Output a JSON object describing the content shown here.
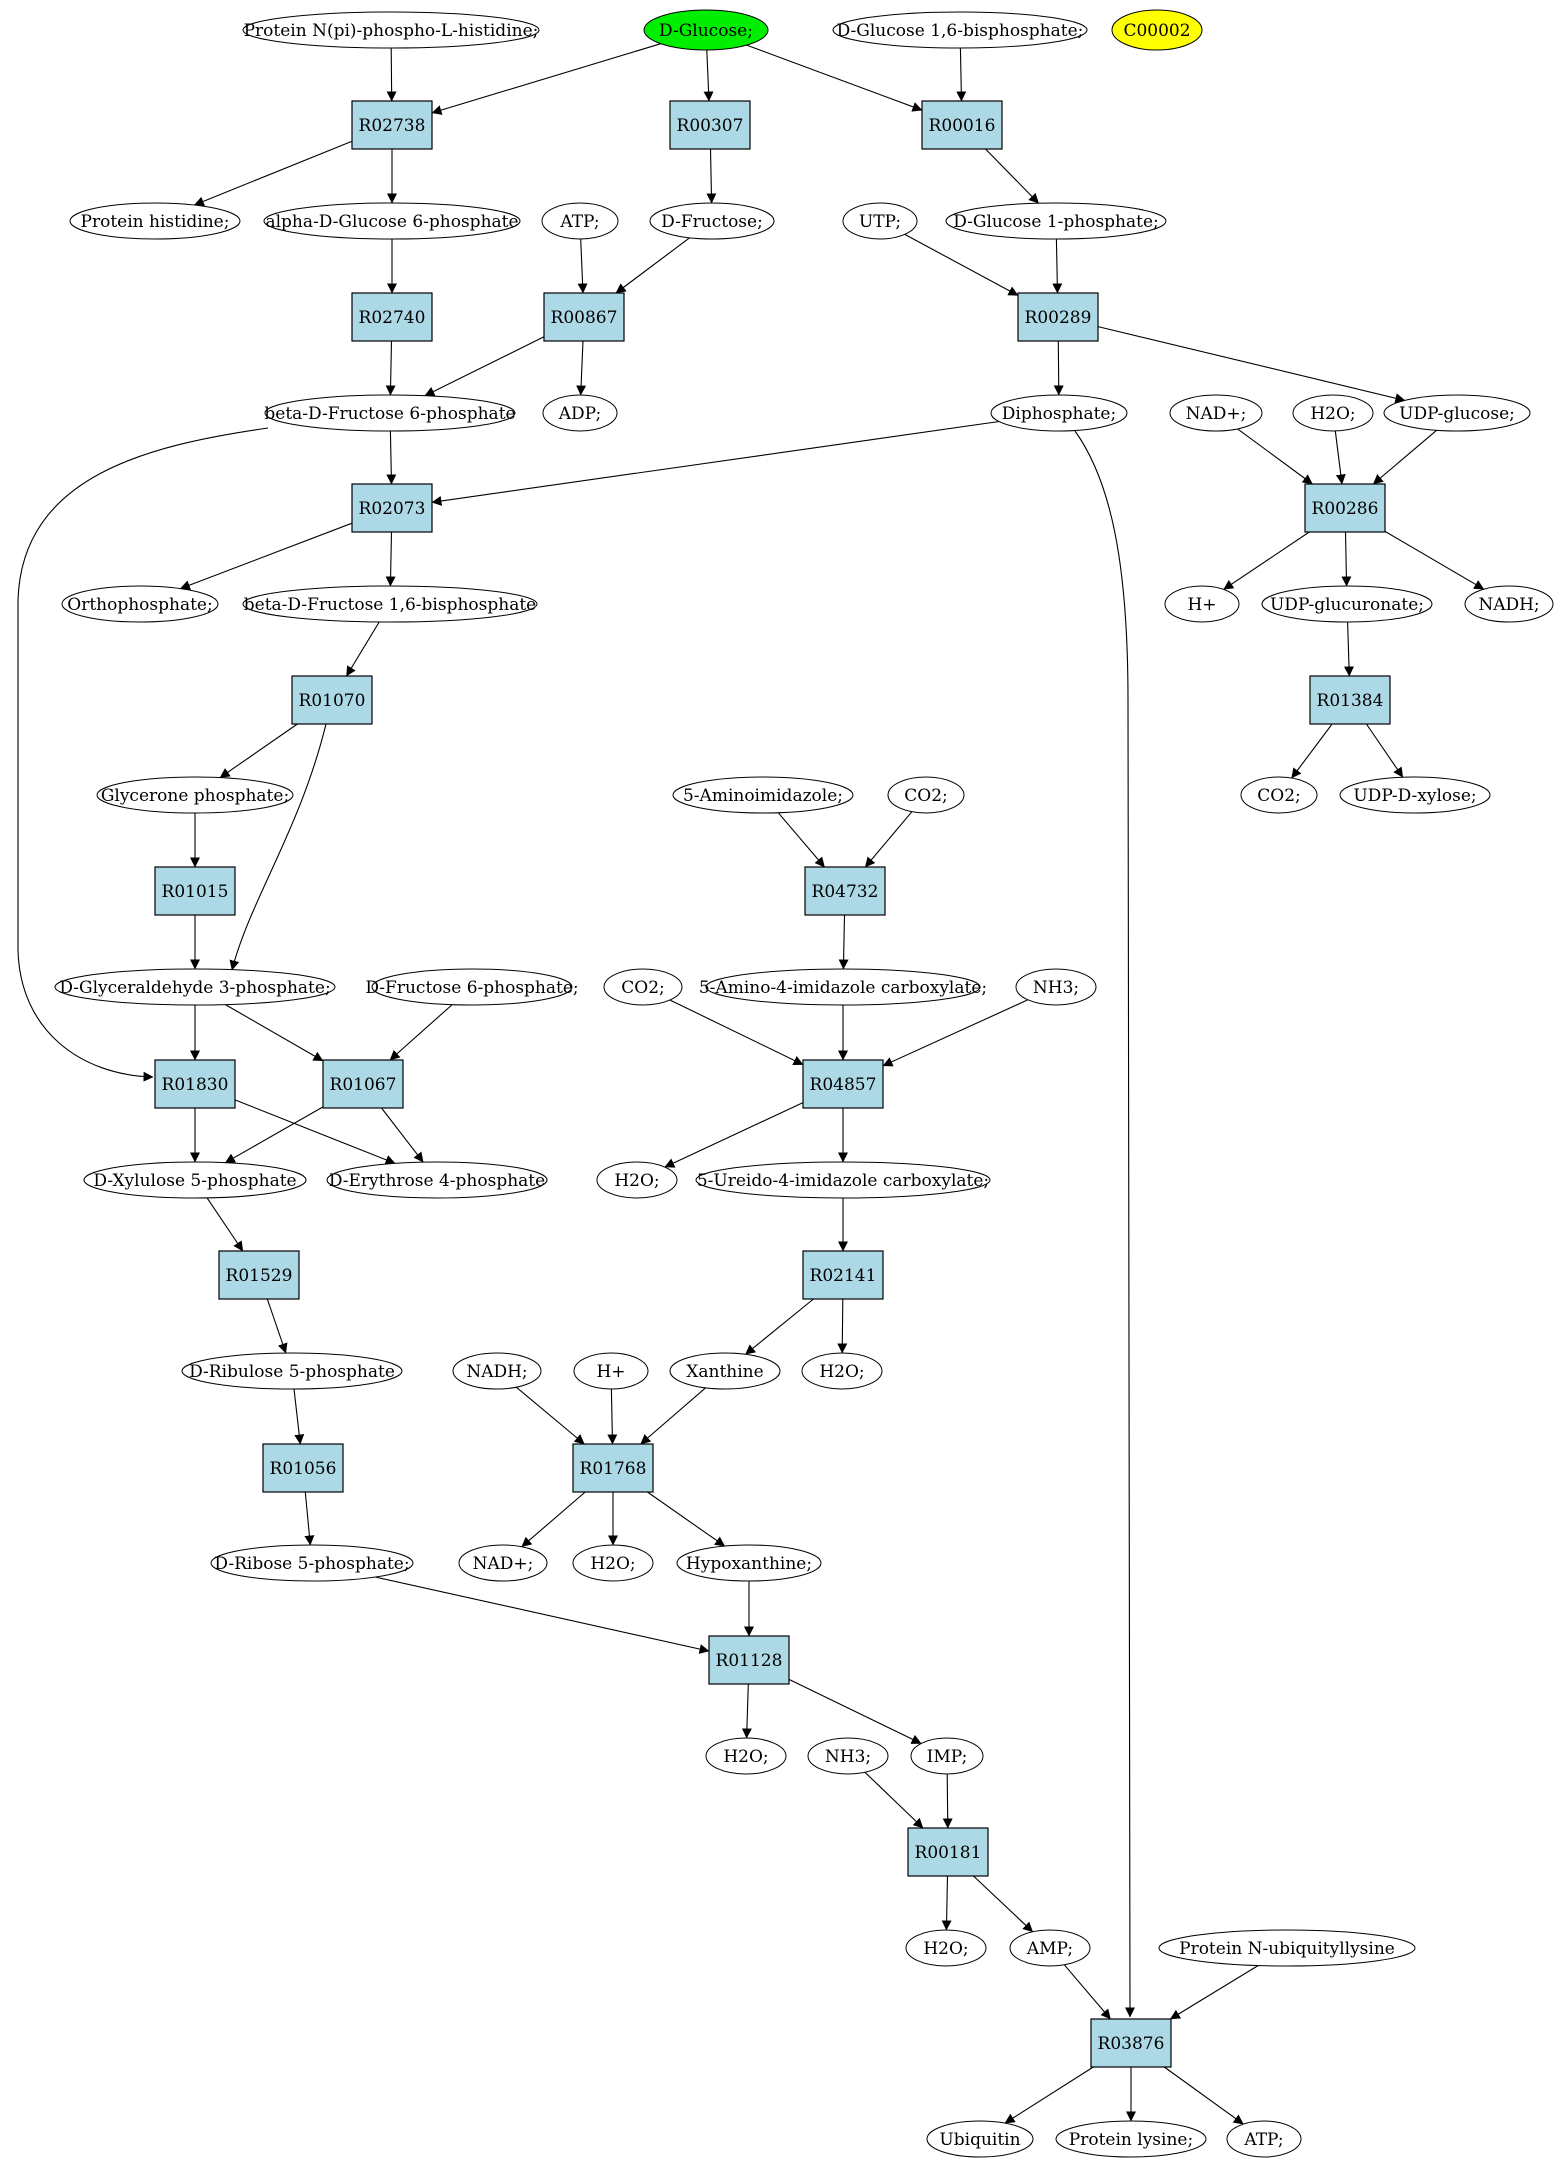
{
  "diagram": {
    "type": "metabolic-pathway-graph",
    "colors": {
      "reaction_fill": "#add8e6",
      "start_fill": "#00ee00",
      "highlight_fill": "#ffff00",
      "metabolite_fill": "#ffffff",
      "stroke": "#000000"
    },
    "metabolites": [
      {
        "id": "m_protein_npi",
        "label": "Protein N(pi)-phospho-L-histidine;"
      },
      {
        "id": "m_dglucose",
        "label": "D-Glucose;",
        "color": "start"
      },
      {
        "id": "m_dglc16bp",
        "label": "D-Glucose 1,6-bisphosphate;"
      },
      {
        "id": "m_c00002",
        "label": "C00002",
        "color": "highlight"
      },
      {
        "id": "m_prot_his",
        "label": "Protein histidine;"
      },
      {
        "id": "m_adg6p",
        "label": "alpha-D-Glucose 6-phosphate"
      },
      {
        "id": "m_atp1",
        "label": "ATP;"
      },
      {
        "id": "m_dfructose",
        "label": "D-Fructose;"
      },
      {
        "id": "m_utp",
        "label": "UTP;"
      },
      {
        "id": "m_dglc1p",
        "label": "D-Glucose 1-phosphate;"
      },
      {
        "id": "m_bdf6p",
        "label": "beta-D-Fructose 6-phosphate"
      },
      {
        "id": "m_adp",
        "label": "ADP;"
      },
      {
        "id": "m_diphosphate",
        "label": "Diphosphate;"
      },
      {
        "id": "m_nad1",
        "label": "NAD+;"
      },
      {
        "id": "m_h2o_a",
        "label": "H2O;"
      },
      {
        "id": "m_udpglc",
        "label": "UDP-glucose;"
      },
      {
        "id": "m_orthophos",
        "label": "Orthophosphate;"
      },
      {
        "id": "m_bdf16bp",
        "label": "beta-D-Fructose 1,6-bisphosphate"
      },
      {
        "id": "m_hplus1",
        "label": "H+"
      },
      {
        "id": "m_udpglcu",
        "label": "UDP-glucuronate;"
      },
      {
        "id": "m_nadh1",
        "label": "NADH;"
      },
      {
        "id": "m_co2_a",
        "label": "CO2;"
      },
      {
        "id": "m_udpxyl",
        "label": "UDP-D-xylose;"
      },
      {
        "id": "m_glyceroneP",
        "label": "Glycerone phosphate;"
      },
      {
        "id": "m_5aminoimid",
        "label": "5-Aminoimidazole;"
      },
      {
        "id": "m_co2_b",
        "label": "CO2;"
      },
      {
        "id": "m_dga3p",
        "label": "D-Glyceraldehyde 3-phosphate;"
      },
      {
        "id": "m_df6p",
        "label": "D-Fructose 6-phosphate;"
      },
      {
        "id": "m_co2_c",
        "label": "CO2;"
      },
      {
        "id": "m_5a4ic",
        "label": "5-Amino-4-imidazole carboxylate;"
      },
      {
        "id": "m_nh3_a",
        "label": "NH3;"
      },
      {
        "id": "m_dxyl5p",
        "label": "D-Xylulose 5-phosphate"
      },
      {
        "id": "m_dery4p",
        "label": "D-Erythrose 4-phosphate"
      },
      {
        "id": "m_h2o_b",
        "label": "H2O;"
      },
      {
        "id": "m_5u4ic",
        "label": "5-Ureido-4-imidazole carboxylate;"
      },
      {
        "id": "m_drib5p_ul",
        "label": "D-Ribulose 5-phosphate"
      },
      {
        "id": "m_nadh2",
        "label": "NADH;"
      },
      {
        "id": "m_hplus2",
        "label": "H+"
      },
      {
        "id": "m_xanthine",
        "label": "Xanthine"
      },
      {
        "id": "m_h2o_c",
        "label": "H2O;"
      },
      {
        "id": "m_drib5p",
        "label": "D-Ribose 5-phosphate;"
      },
      {
        "id": "m_nad2",
        "label": "NAD+;"
      },
      {
        "id": "m_h2o_d",
        "label": "H2O;"
      },
      {
        "id": "m_hypoxanthine",
        "label": "Hypoxanthine;"
      },
      {
        "id": "m_h2o_e",
        "label": "H2O;"
      },
      {
        "id": "m_nh3_b",
        "label": "NH3;"
      },
      {
        "id": "m_imp",
        "label": "IMP;"
      },
      {
        "id": "m_h2o_f",
        "label": "H2O;"
      },
      {
        "id": "m_amp",
        "label": "AMP;"
      },
      {
        "id": "m_prot_nubq",
        "label": "Protein N-ubiquityllysine"
      },
      {
        "id": "m_ubiquitin",
        "label": "Ubiquitin"
      },
      {
        "id": "m_prot_lys",
        "label": "Protein lysine;"
      },
      {
        "id": "m_atp2",
        "label": "ATP;"
      }
    ],
    "reactions": [
      {
        "id": "R02738",
        "label": "R02738"
      },
      {
        "id": "R00307",
        "label": "R00307"
      },
      {
        "id": "R00016",
        "label": "R00016"
      },
      {
        "id": "R02740",
        "label": "R02740"
      },
      {
        "id": "R00867",
        "label": "R00867"
      },
      {
        "id": "R00289",
        "label": "R00289"
      },
      {
        "id": "R02073",
        "label": "R02073"
      },
      {
        "id": "R00286",
        "label": "R00286"
      },
      {
        "id": "R01070",
        "label": "R01070"
      },
      {
        "id": "R01384",
        "label": "R01384"
      },
      {
        "id": "R01015",
        "label": "R01015"
      },
      {
        "id": "R04732",
        "label": "R04732"
      },
      {
        "id": "R01830",
        "label": "R01830"
      },
      {
        "id": "R01067",
        "label": "R01067"
      },
      {
        "id": "R04857",
        "label": "R04857"
      },
      {
        "id": "R01529",
        "label": "R01529"
      },
      {
        "id": "R02141",
        "label": "R02141"
      },
      {
        "id": "R01056",
        "label": "R01056"
      },
      {
        "id": "R01768",
        "label": "R01768"
      },
      {
        "id": "R01128",
        "label": "R01128"
      },
      {
        "id": "R00181",
        "label": "R00181"
      },
      {
        "id": "R03876",
        "label": "R03876"
      }
    ],
    "edges": [
      [
        "m_protein_npi",
        "R02738"
      ],
      [
        "m_dglucose",
        "R02738"
      ],
      [
        "m_dglucose",
        "R00307"
      ],
      [
        "m_dglucose",
        "R00016"
      ],
      [
        "m_dglc16bp",
        "R00016"
      ],
      [
        "R02738",
        "m_prot_his"
      ],
      [
        "R02738",
        "m_adg6p"
      ],
      [
        "R00307",
        "m_dfructose"
      ],
      [
        "R00016",
        "m_dglc1p"
      ],
      [
        "m_adg6p",
        "R02740"
      ],
      [
        "m_atp1",
        "R00867"
      ],
      [
        "m_dfructose",
        "R00867"
      ],
      [
        "m_utp",
        "R00289"
      ],
      [
        "m_dglc1p",
        "R00289"
      ],
      [
        "R02740",
        "m_bdf6p"
      ],
      [
        "R00867",
        "m_bdf6p"
      ],
      [
        "R00867",
        "m_adp"
      ],
      [
        "R00289",
        "m_diphosphate"
      ],
      [
        "R00289",
        "m_udpglc"
      ],
      [
        "m_bdf6p",
        "R02073"
      ],
      [
        "m_diphosphate",
        "R02073"
      ],
      [
        "m_bdf6p",
        "R01830"
      ],
      [
        "m_diphosphate",
        "R03876"
      ],
      [
        "m_nad1",
        "R00286"
      ],
      [
        "m_h2o_a",
        "R00286"
      ],
      [
        "m_udpglc",
        "R00286"
      ],
      [
        "R02073",
        "m_orthophos"
      ],
      [
        "R02073",
        "m_bdf16bp"
      ],
      [
        "R00286",
        "m_hplus1"
      ],
      [
        "R00286",
        "m_udpglcu"
      ],
      [
        "R00286",
        "m_nadh1"
      ],
      [
        "m_bdf16bp",
        "R01070"
      ],
      [
        "m_udpglcu",
        "R01384"
      ],
      [
        "R01070",
        "m_glyceroneP"
      ],
      [
        "R01070",
        "m_dga3p"
      ],
      [
        "R01384",
        "m_co2_a"
      ],
      [
        "R01384",
        "m_udpxyl"
      ],
      [
        "m_glyceroneP",
        "R01015"
      ],
      [
        "m_5aminoimid",
        "R04732"
      ],
      [
        "m_co2_b",
        "R04732"
      ],
      [
        "R01015",
        "m_dga3p"
      ],
      [
        "R04732",
        "m_5a4ic"
      ],
      [
        "m_dga3p",
        "R01830"
      ],
      [
        "m_dga3p",
        "R01067"
      ],
      [
        "m_df6p",
        "R01067"
      ],
      [
        "m_co2_c",
        "R04857"
      ],
      [
        "m_5a4ic",
        "R04857"
      ],
      [
        "m_nh3_a",
        "R04857"
      ],
      [
        "R01830",
        "m_dxyl5p"
      ],
      [
        "R01830",
        "m_dery4p"
      ],
      [
        "R01067",
        "m_dxyl5p"
      ],
      [
        "R01067",
        "m_dery4p"
      ],
      [
        "R04857",
        "m_h2o_b"
      ],
      [
        "R04857",
        "m_5u4ic"
      ],
      [
        "m_dxyl5p",
        "R01529"
      ],
      [
        "m_5u4ic",
        "R02141"
      ],
      [
        "R01529",
        "m_drib5p_ul"
      ],
      [
        "R02141",
        "m_xanthine"
      ],
      [
        "R02141",
        "m_h2o_c"
      ],
      [
        "m_drib5p_ul",
        "R01056"
      ],
      [
        "m_nadh2",
        "R01768"
      ],
      [
        "m_hplus2",
        "R01768"
      ],
      [
        "m_xanthine",
        "R01768"
      ],
      [
        "R01056",
        "m_drib5p"
      ],
      [
        "R01768",
        "m_nad2"
      ],
      [
        "R01768",
        "m_h2o_d"
      ],
      [
        "R01768",
        "m_hypoxanthine"
      ],
      [
        "m_drib5p",
        "R01128"
      ],
      [
        "m_hypoxanthine",
        "R01128"
      ],
      [
        "R01128",
        "m_h2o_e"
      ],
      [
        "R01128",
        "m_imp"
      ],
      [
        "m_nh3_b",
        "R00181"
      ],
      [
        "m_imp",
        "R00181"
      ],
      [
        "R00181",
        "m_h2o_f"
      ],
      [
        "R00181",
        "m_amp"
      ],
      [
        "m_amp",
        "R03876"
      ],
      [
        "m_prot_nubq",
        "R03876"
      ],
      [
        "R03876",
        "m_ubiquitin"
      ],
      [
        "R03876",
        "m_prot_lys"
      ],
      [
        "R03876",
        "m_atp2"
      ]
    ]
  }
}
